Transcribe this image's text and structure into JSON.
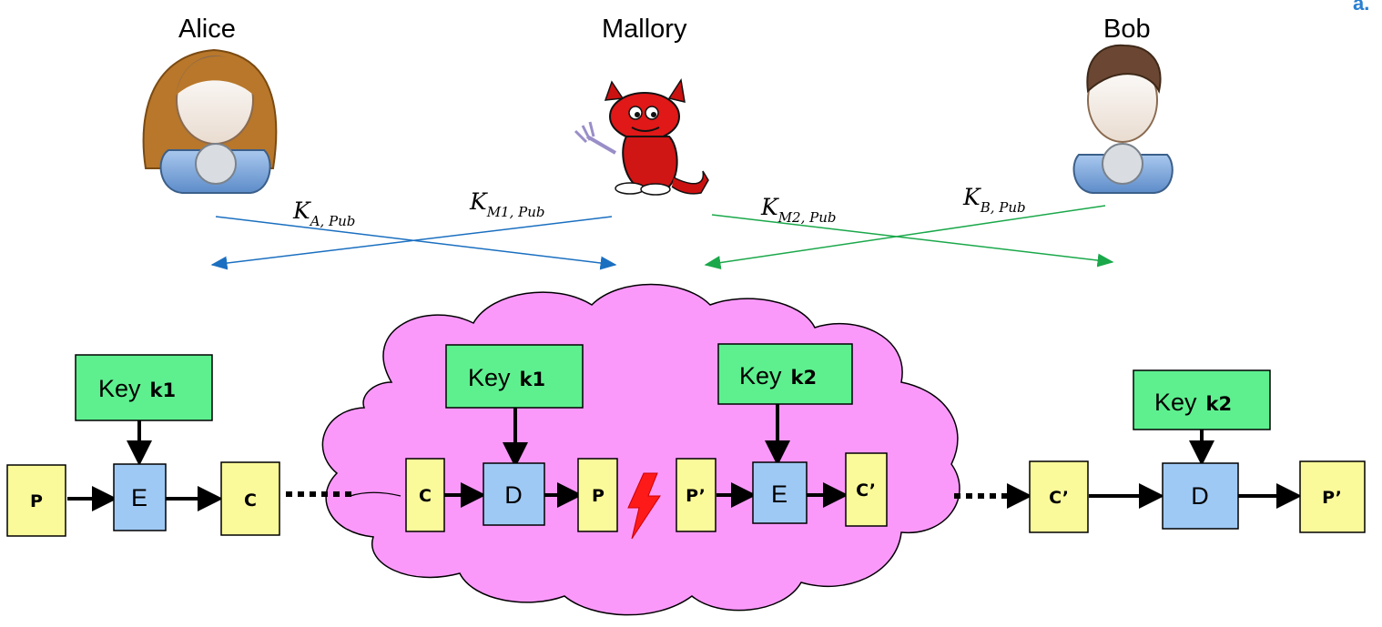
{
  "people": {
    "alice": "Alice",
    "mallory": "Mallory",
    "bob": "Bob"
  },
  "key_exchange": {
    "left_arrow_label": {
      "main": "K",
      "sub": "A, Pub"
    },
    "left_return_label": {
      "main": "K",
      "sub": "M1, Pub"
    },
    "right_arrow_label": {
      "main": "K",
      "sub": "M2, Pub"
    },
    "right_return_label": {
      "main": "K",
      "sub": "B, Pub"
    },
    "left_color": "#1a6fc0",
    "right_color": "#1aa84a"
  },
  "pipeline": {
    "alice_key": {
      "word": "Key",
      "id": "k1"
    },
    "mallory_key_1": {
      "word": "Key",
      "id": "k1"
    },
    "mallory_key_2": {
      "word": "Key",
      "id": "k2"
    },
    "bob_key": {
      "word": "Key",
      "id": "k2"
    },
    "alice_plain": "P",
    "alice_encrypt": "E",
    "alice_cipher": "C",
    "mallory_cipher_in": "C",
    "mallory_decrypt": "D",
    "mallory_plain": "P",
    "mallory_plain_mod": "P’",
    "mallory_encrypt": "E",
    "mallory_cipher_out": "C’",
    "bob_cipher": "C’",
    "bob_decrypt": "D",
    "bob_plain": "P’"
  },
  "colors": {
    "key_box": "#5ef08f",
    "op_box": "#9fc9f5",
    "data_box": "#fbfa9a",
    "cloud": "#fb99fb",
    "lightning": "#ff1a1a"
  }
}
